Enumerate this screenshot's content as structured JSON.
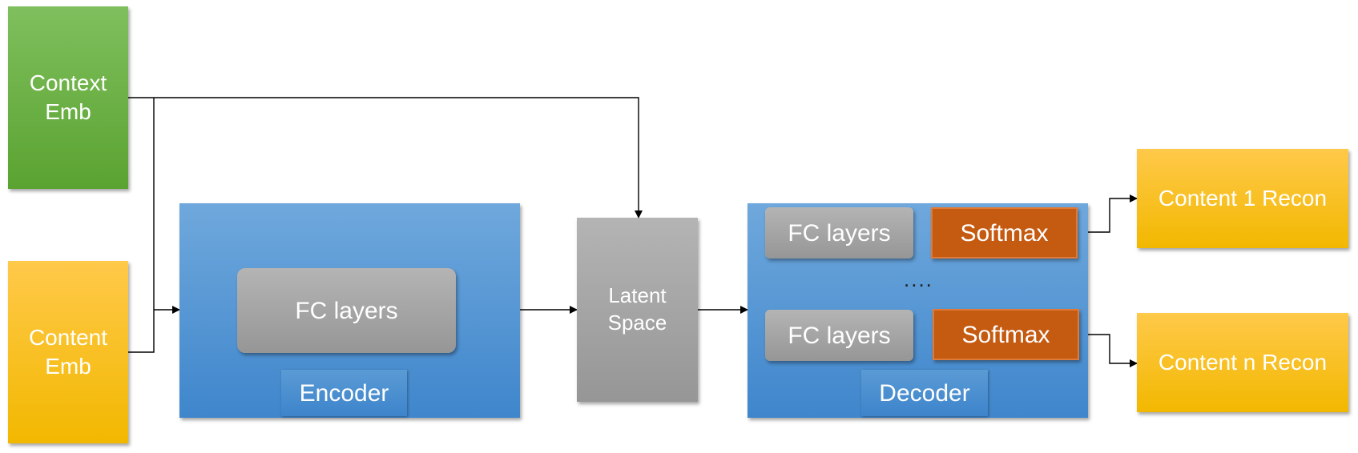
{
  "inputs": {
    "context_emb": "Context\nEmb",
    "content_emb": "Content\nEmb"
  },
  "encoder": {
    "fc_label": "FC layers",
    "title": "Encoder"
  },
  "latent": {
    "label": "Latent\nSpace"
  },
  "decoder": {
    "fc_label_1": "FC layers",
    "softmax_1": "Softmax",
    "ellipsis": "....",
    "fc_label_n": "FC layers",
    "softmax_n": "Softmax",
    "title": "Decoder"
  },
  "outputs": {
    "content_1": "Content 1 Recon",
    "content_n": "Content n Recon"
  },
  "colors": {
    "green": "#70ad47",
    "yellow": "#ffc000",
    "blue": "#5b9bd5",
    "gray": "#a5a5a5",
    "orange": "#c55a11"
  }
}
